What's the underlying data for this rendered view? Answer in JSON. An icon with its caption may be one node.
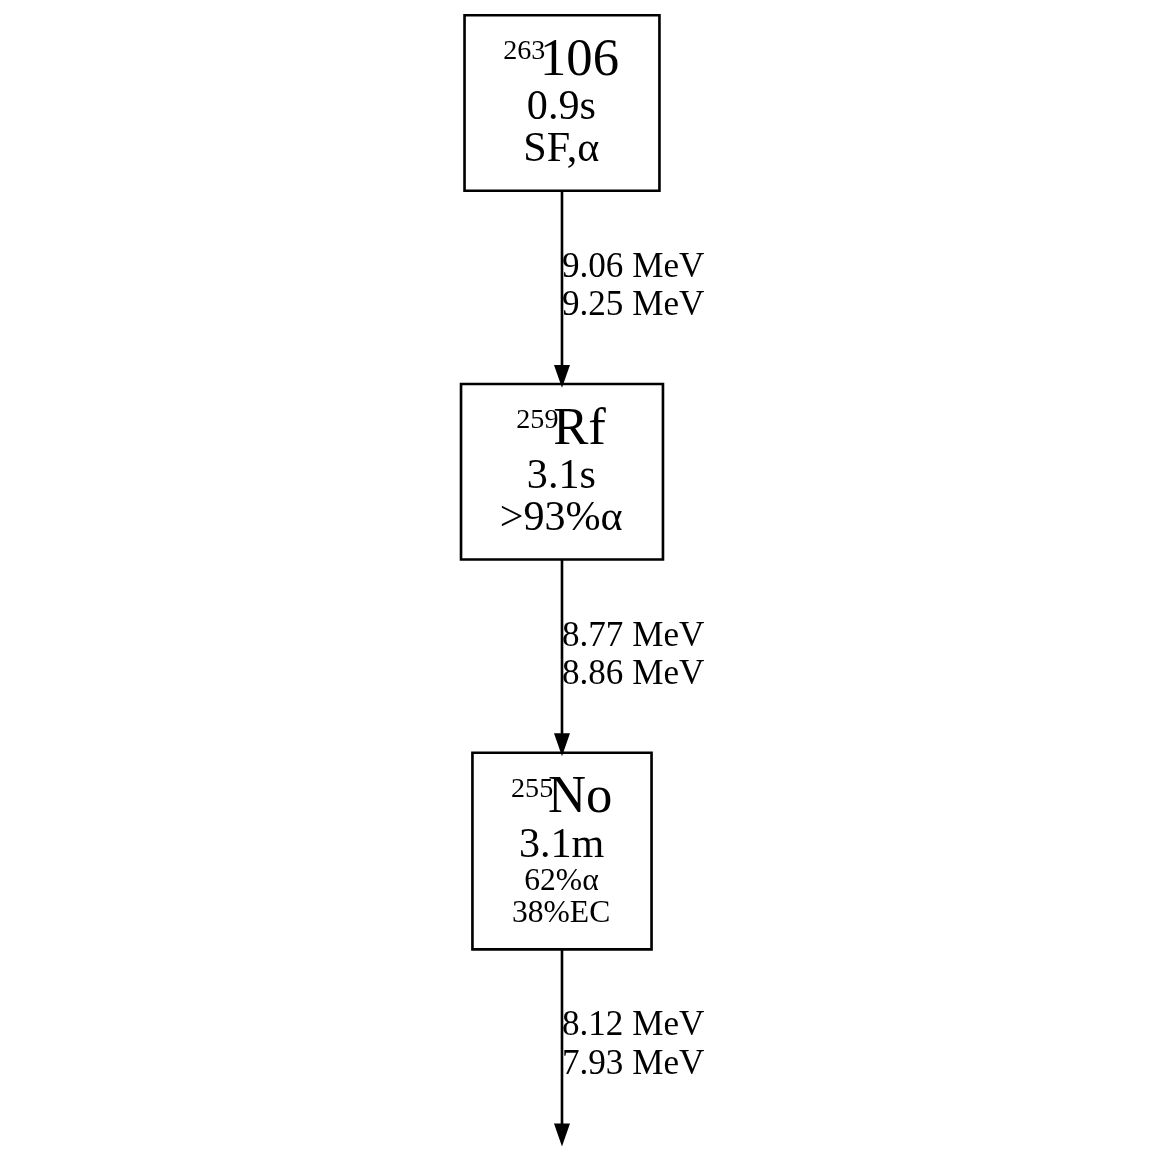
{
  "diagram": {
    "nodes": [
      {
        "text": [
          "$^{263}$106",
          "0.9s",
          "SF,α"
        ]
      },
      {
        "text": [
          "$^{259}$Rf",
          "3.1s",
          ">93%α"
        ]
      },
      {
        "text": [
          "$^{255}$No",
          "3.1m",
          "62%α",
          "38%EC"
        ]
      }
    ],
    "edges": [
      {
        "from": 0,
        "to": 1,
        "arrow": "to",
        "label": "9.06 MeV 9.25 MeV"
      },
      {
        "from": 1,
        "to": 2,
        "arrow": "to",
        "label": "8.77 MeV 8.86 MeV"
      },
      {
        "from": 2,
        "to": null,
        "arrow": "to",
        "label": "8.12 MeV 7.93 MeV"
      }
    ]
  }
}
